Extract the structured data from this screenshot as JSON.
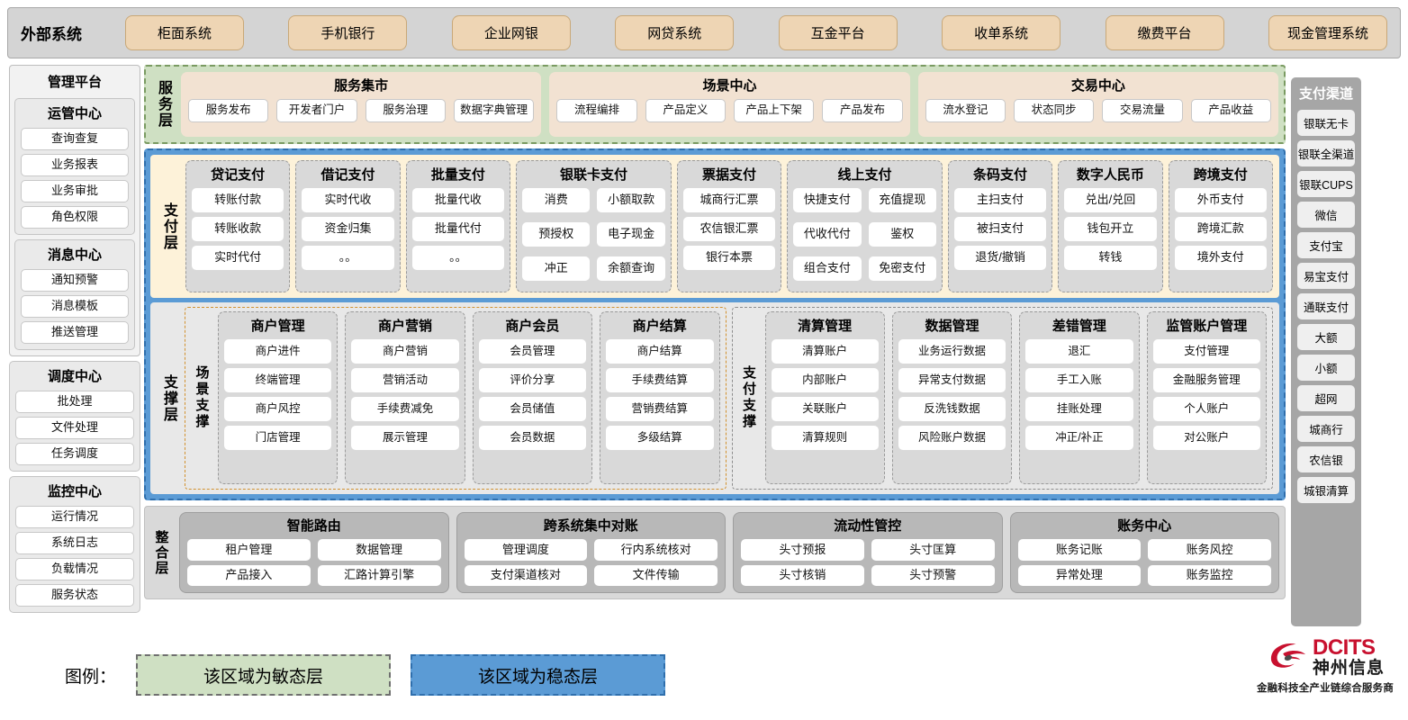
{
  "external": {
    "label": "外部系统",
    "items": [
      "柜面系统",
      "手机银行",
      "企业网银",
      "网贷系统",
      "互金平台",
      "收单系统",
      "缴费平台",
      "现金管理系统"
    ]
  },
  "manage_platform": {
    "title": "管理平台",
    "groups": [
      {
        "title": "运管中心",
        "items": [
          "查询查复",
          "业务报表",
          "业务审批",
          "角色权限"
        ]
      },
      {
        "title": "消息中心",
        "items": [
          "通知预警",
          "消息模板",
          "推送管理"
        ]
      }
    ],
    "standalone": [
      {
        "title": "调度中心",
        "items": [
          "批处理",
          "文件处理",
          "任务调度"
        ]
      },
      {
        "title": "监控中心",
        "items": [
          "运行情况",
          "系统日志",
          "负载情况",
          "服务状态"
        ]
      }
    ]
  },
  "payment_channel": {
    "title": "支付渠道",
    "items": [
      "银联无卡",
      "银联全渠道",
      "银联CUPS",
      "微信",
      "支付宝",
      "易宝支付",
      "通联支付",
      "大额",
      "小额",
      "超网",
      "城商行",
      "农信银",
      "城银清算"
    ]
  },
  "service_layer": {
    "label": "服务层",
    "groups": [
      {
        "title": "服务集市",
        "items": [
          "服务发布",
          "开发者门户",
          "服务治理",
          "数据字典管理"
        ]
      },
      {
        "title": "场景中心",
        "items": [
          "流程编排",
          "产品定义",
          "产品上下架",
          "产品发布"
        ]
      },
      {
        "title": "交易中心",
        "items": [
          "流水登记",
          "状态同步",
          "交易流量",
          "产品收益"
        ]
      }
    ]
  },
  "payment_layer": {
    "label": "支付层",
    "groups": [
      {
        "title": "贷记支付",
        "columns": 1,
        "items": [
          "转账付款",
          "转账收款",
          "实时代付"
        ]
      },
      {
        "title": "借记支付",
        "columns": 1,
        "items": [
          "实时代收",
          "资金归集",
          "。。"
        ]
      },
      {
        "title": "批量支付",
        "columns": 1,
        "items": [
          "批量代收",
          "批量代付",
          "。。"
        ]
      },
      {
        "title": "银联卡支付",
        "columns": 2,
        "items": [
          "消费",
          "小额取款",
          "预授权",
          "电子现金",
          "冲正",
          "余额查询"
        ]
      },
      {
        "title": "票据支付",
        "columns": 1,
        "items": [
          "城商行汇票",
          "农信银汇票",
          "银行本票"
        ]
      },
      {
        "title": "线上支付",
        "columns": 2,
        "items": [
          "快捷支付",
          "充值提现",
          "代收代付",
          "鉴权",
          "组合支付",
          "免密支付"
        ]
      },
      {
        "title": "条码支付",
        "columns": 1,
        "items": [
          "主扫支付",
          "被扫支付",
          "退货/撤销"
        ]
      },
      {
        "title": "数字人民币",
        "columns": 1,
        "items": [
          "兑出/兑回",
          "钱包开立",
          "转钱"
        ]
      },
      {
        "title": "跨境支付",
        "columns": 1,
        "items": [
          "外币支付",
          "跨境汇款",
          "境外支付"
        ]
      }
    ]
  },
  "support_layer": {
    "label": "支撑层",
    "zones": [
      {
        "label": "场景支撑",
        "groups": [
          {
            "title": "商户管理",
            "items": [
              "商户进件",
              "终端管理",
              "商户风控",
              "门店管理"
            ]
          },
          {
            "title": "商户营销",
            "items": [
              "商户营销",
              "营销活动",
              "手续费减免",
              "展示管理"
            ]
          },
          {
            "title": "商户会员",
            "items": [
              "会员管理",
              "评价分享",
              "会员储值",
              "会员数据"
            ]
          },
          {
            "title": "商户结算",
            "items": [
              "商户结算",
              "手续费结算",
              "营销费结算",
              "多级结算"
            ]
          }
        ]
      },
      {
        "label": "支付支撑",
        "groups": [
          {
            "title": "清算管理",
            "items": [
              "清算账户",
              "内部账户",
              "关联账户",
              "清算规则"
            ]
          },
          {
            "title": "数据管理",
            "items": [
              "业务运行数据",
              "异常支付数据",
              "反洗钱数据",
              "风险账户数据"
            ]
          },
          {
            "title": "差错管理",
            "items": [
              "退汇",
              "手工入账",
              "挂账处理",
              "冲正/补正"
            ]
          },
          {
            "title": "监管账户管理",
            "items": [
              "支付管理",
              "金融服务管理",
              "个人账户",
              "对公账户"
            ]
          }
        ]
      }
    ]
  },
  "integration_layer": {
    "label": "整合层",
    "groups": [
      {
        "title": "智能路由",
        "items": [
          "租户管理",
          "数据管理",
          "产品接入",
          "汇路计算引擎"
        ]
      },
      {
        "title": "跨系统集中对账",
        "items": [
          "管理调度",
          "行内系统核对",
          "支付渠道核对",
          "文件传输"
        ]
      },
      {
        "title": "流动性管控",
        "items": [
          "头寸预报",
          "头寸匡算",
          "头寸核销",
          "头寸预警"
        ]
      },
      {
        "title": "账务中心",
        "items": [
          "账务记账",
          "账务风控",
          "异常处理",
          "账务监控"
        ]
      }
    ]
  },
  "legend": {
    "label": "图例：",
    "agile": "该区域为敏态层",
    "stable": "该区域为稳态层",
    "agile_color": "#cfe0c3",
    "stable_color": "#5b9bd5"
  },
  "logo": {
    "en": "DCITS",
    "cn": "神州信息",
    "tagline": "金融科技全产业链综合服务商",
    "brand_color": "#c8102e"
  }
}
